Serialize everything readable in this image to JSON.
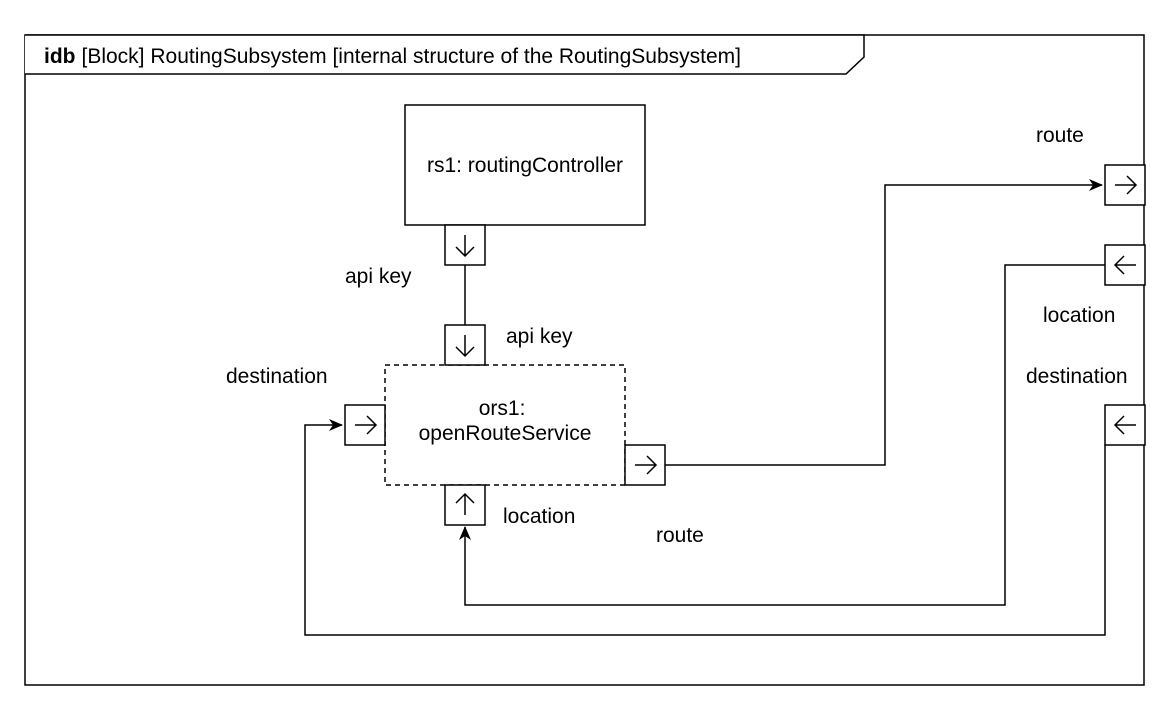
{
  "frame": {
    "keyword": "idb",
    "title": "[Block] RoutingSubsystem [internal structure of the RoutingSubsystem]"
  },
  "parts": {
    "controller": {
      "label": "rs1: routingController"
    },
    "service": {
      "label_line1": "ors1:",
      "label_line2": "openRouteService"
    }
  },
  "port_labels": {
    "controller_api_key": "api key",
    "service_api_key": "api key",
    "service_destination": "destination",
    "service_location": "location",
    "service_route": "route",
    "boundary_route": "route",
    "boundary_location": "location",
    "boundary_destination": "destination"
  },
  "icons": {
    "port_out_arrow": "arrow-right-icon",
    "port_in_arrow": "arrow-left-icon",
    "port_down_arrow": "arrow-down-icon",
    "port_up_arrow": "arrow-up-icon"
  }
}
